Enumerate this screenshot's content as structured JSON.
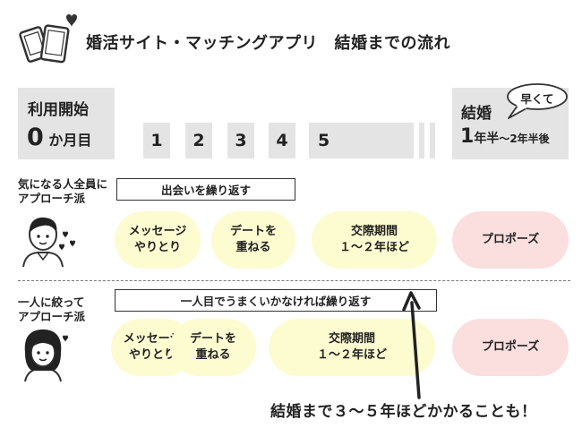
{
  "header": {
    "title": "婚活サイト・マッチングアプリ　結婚までの流れ",
    "icon": "phone-tablet-heart-icon"
  },
  "timeline": {
    "start_label": "利用開始",
    "start_value_num": "0",
    "start_value_unit": "か月目",
    "months": [
      "1",
      "2",
      "3",
      "4",
      "5"
    ],
    "end_label": "結婚",
    "end_value_num": "1",
    "end_value_unit1": "年半",
    "end_value_rest": "～2年半後",
    "bubble_label": "早くて"
  },
  "group1": {
    "label_line1": "気になる人全員に",
    "label_line2": "アプローチ派",
    "repeat_label": "出会いを繰り返す",
    "steps": [
      "メッセージ\nやりとり",
      "デートを\n重ねる",
      "交際期間\n１～２年ほど"
    ],
    "final": "プロポーズ",
    "avatar": "man-avatar-icon"
  },
  "group2": {
    "label_line1": "一人に絞って",
    "label_line2": "アプローチ派",
    "repeat_label": "一人目でうまくいかなければ繰り返す",
    "steps": [
      "メッセージ\nやりとり",
      "デートを\n重ねる",
      "交際期間\n１～２年ほど"
    ],
    "final": "プロポーズ",
    "avatar": "woman-avatar-icon"
  },
  "note": "結婚まで３～５年ほどかかることも！",
  "colors": {
    "gray": "#e4e4e4",
    "yellow": "#fdfbd0",
    "pink": "#fbdede",
    "ink": "#222222"
  }
}
